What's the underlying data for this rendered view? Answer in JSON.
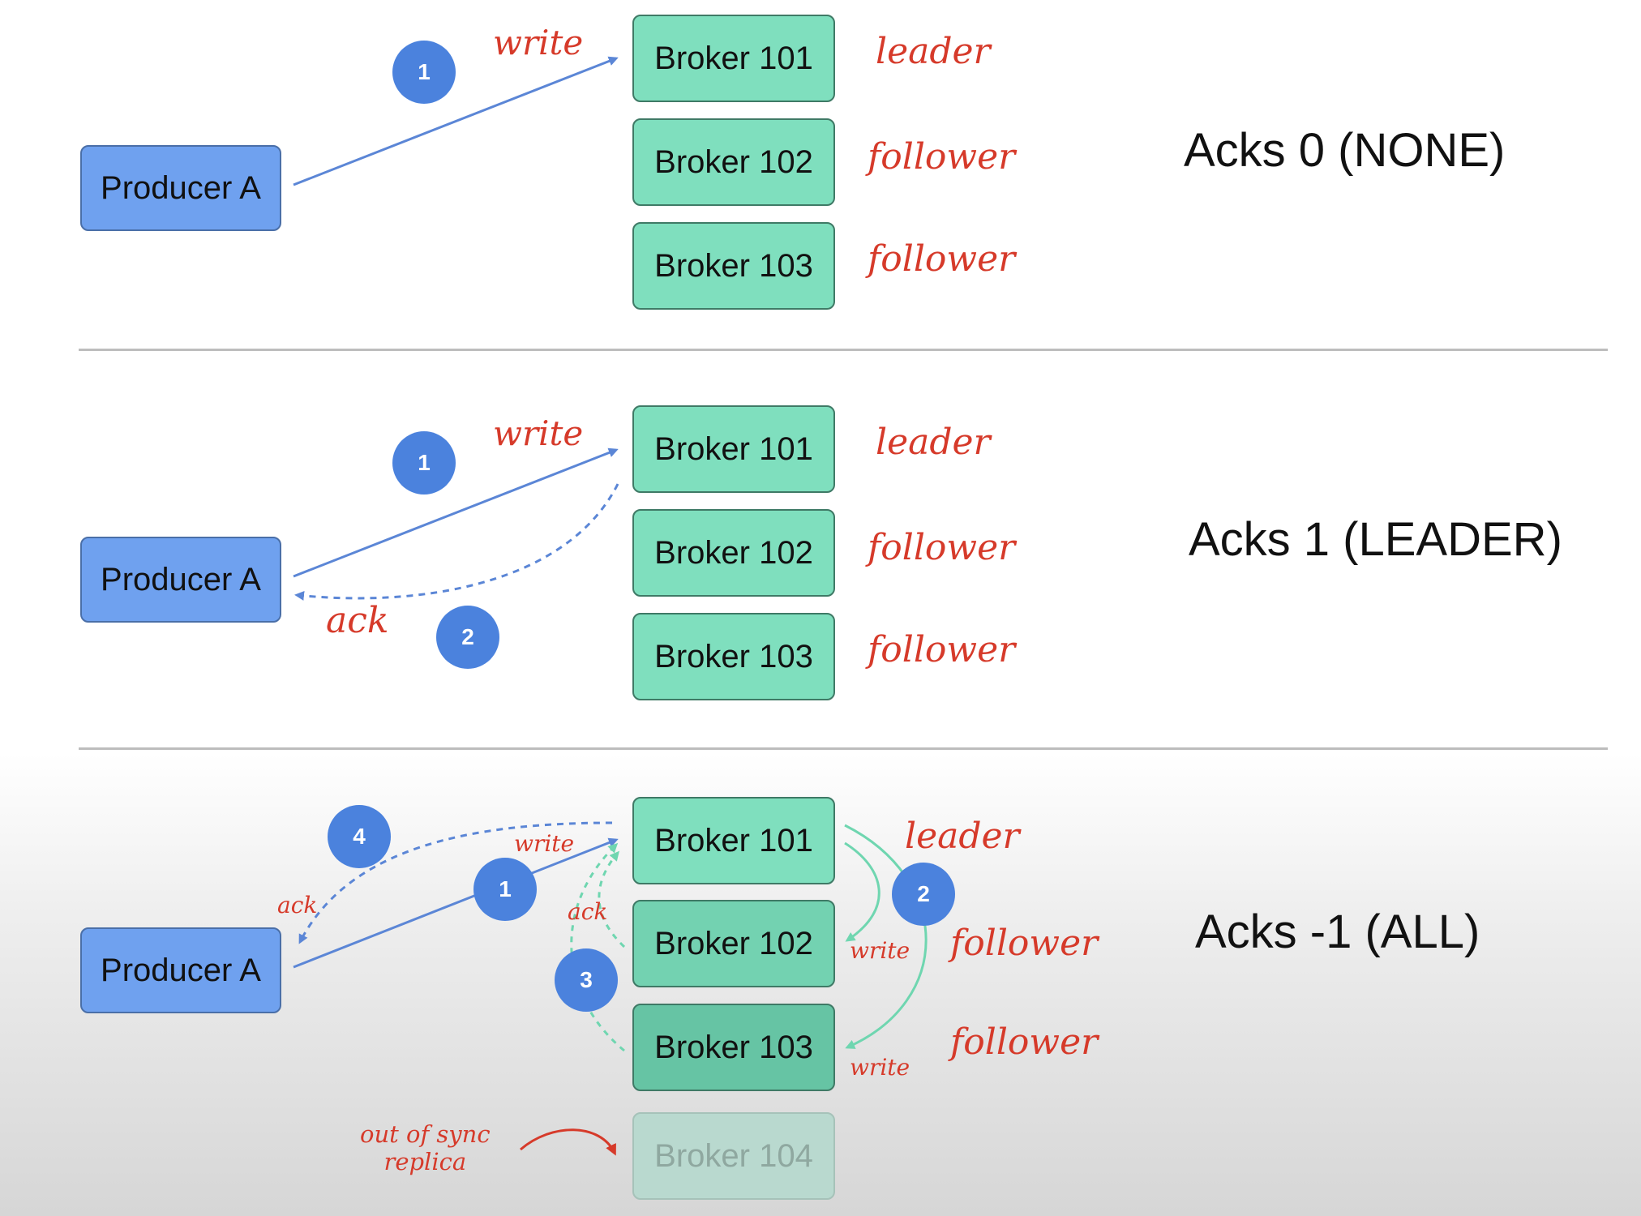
{
  "sections": [
    {
      "mode": "Acks 0 (NONE)",
      "producer": "Producer A",
      "brokers": [
        "Broker 101",
        "Broker 102",
        "Broker 103"
      ],
      "roles": [
        "leader",
        "follower",
        "follower"
      ],
      "labels": {
        "write": "write"
      },
      "steps": [
        "1"
      ]
    },
    {
      "mode": "Acks 1 (LEADER)",
      "producer": "Producer A",
      "brokers": [
        "Broker 101",
        "Broker 102",
        "Broker 103"
      ],
      "roles": [
        "leader",
        "follower",
        "follower"
      ],
      "labels": {
        "write": "write",
        "ack": "ack"
      },
      "steps": [
        "1",
        "2"
      ]
    },
    {
      "mode": "Acks -1 (ALL)",
      "producer": "Producer A",
      "brokers": [
        "Broker 101",
        "Broker 102",
        "Broker 103",
        "Broker 104"
      ],
      "roles": [
        "leader",
        "follower",
        "follower"
      ],
      "labels": {
        "write_to_leader": "write",
        "ack_to_producer": "ack",
        "follower_ack": "ack",
        "write_to_102": "write",
        "write_to_103": "write",
        "out_of_sync_line1": "out of sync",
        "out_of_sync_line2": "replica"
      },
      "steps": [
        "1",
        "2",
        "3",
        "4"
      ]
    }
  ],
  "colors": {
    "producer": "#6fa1ef",
    "broker": "#7fdfbe",
    "step_circle": "#4b82dd",
    "role_text": "#d63a2a",
    "write_arrow": "#5b86d6",
    "replication_arrow": "#6fd6b0"
  }
}
